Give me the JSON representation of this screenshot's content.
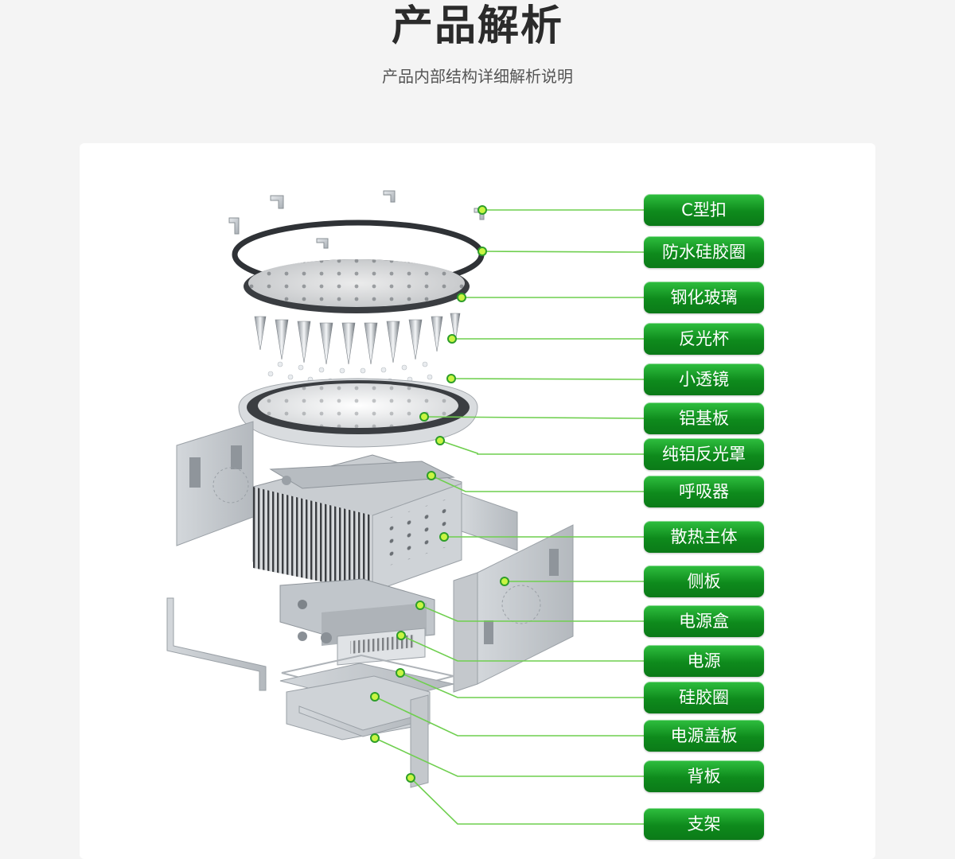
{
  "header": {
    "title": "产品解析",
    "subtitle": "产品内部结构详细解析说明"
  },
  "colors": {
    "accent": "#1aa52b",
    "leader_line": "#6fcf4f",
    "dot": "#c8f542",
    "background": "#f4f4f4",
    "card": "#ffffff"
  },
  "components": [
    {
      "label": "C型扣"
    },
    {
      "label": "防水硅胶圈"
    },
    {
      "label": "钢化玻璃"
    },
    {
      "label": "反光杯"
    },
    {
      "label": "小透镜"
    },
    {
      "label": "铝基板"
    },
    {
      "label": "纯铝反光罩"
    },
    {
      "label": "呼吸器"
    },
    {
      "label": "散热主体"
    },
    {
      "label": "侧板"
    },
    {
      "label": "电源盒"
    },
    {
      "label": "电源"
    },
    {
      "label": "硅胶圈"
    },
    {
      "label": "电源盖板"
    },
    {
      "label": "背板"
    },
    {
      "label": "支架"
    }
  ]
}
